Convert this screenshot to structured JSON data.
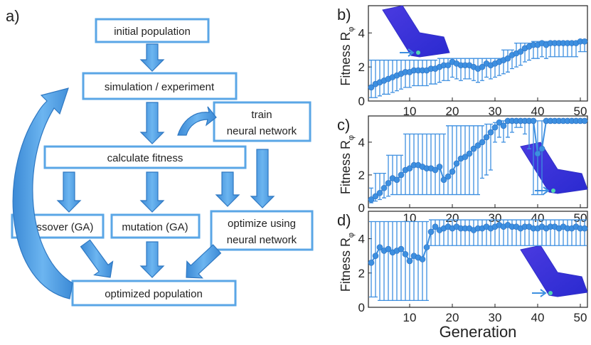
{
  "flowchart": {
    "panel_label": "a)",
    "boxes": {
      "initial_population": "initial population",
      "simulation": "simulation / experiment",
      "train_line1": "train",
      "train_line2": "neural network",
      "calculate_fitness": "calculate fitness",
      "crossover": "crossover (GA)",
      "mutation": "mutation (GA)",
      "optimize_line1": "optimize using",
      "optimize_line2": "neural network",
      "optimized_population": "optimized population"
    },
    "color": "#4a9fe0"
  },
  "plots": {
    "series_color": "#3d8fe0",
    "axis_xlabel": "Generation",
    "axis_ylabel": "Fitness R",
    "axis_ylabel_sub": "φ",
    "chart_data": [
      {
        "panel_label": "b)",
        "type": "line",
        "xlim": [
          1,
          51
        ],
        "ylim": [
          0,
          5.6
        ],
        "xticks": [
          10,
          20,
          30,
          40,
          50
        ],
        "yticks": [
          0,
          2,
          4
        ],
        "x": [
          1,
          2,
          3,
          4,
          5,
          6,
          7,
          8,
          9,
          10,
          11,
          12,
          13,
          14,
          15,
          16,
          17,
          18,
          19,
          20,
          21,
          22,
          23,
          24,
          25,
          26,
          27,
          28,
          29,
          30,
          31,
          32,
          33,
          34,
          35,
          36,
          37,
          38,
          39,
          40,
          41,
          42,
          43,
          44,
          45,
          46,
          47,
          48,
          49,
          50,
          51
        ],
        "y": [
          0.8,
          1.0,
          1.1,
          1.2,
          1.3,
          1.4,
          1.5,
          1.6,
          1.7,
          1.7,
          1.8,
          1.8,
          1.8,
          1.8,
          1.9,
          1.9,
          2.0,
          2.1,
          2.1,
          2.3,
          2.2,
          2.1,
          2.1,
          2.1,
          2.0,
          1.9,
          2.0,
          2.2,
          2.1,
          2.2,
          2.3,
          2.4,
          2.5,
          2.7,
          2.8,
          2.9,
          3.1,
          3.2,
          3.3,
          3.3,
          3.4,
          3.3,
          3.4,
          3.4,
          3.4,
          3.4,
          3.4,
          3.4,
          3.4,
          3.5,
          3.5
        ],
        "err_low": [
          0.2,
          0.2,
          0.3,
          0.4,
          0.4,
          0.5,
          0.6,
          0.7,
          0.8,
          0.8,
          0.9,
          0.9,
          0.9,
          0.9,
          1.0,
          1.0,
          1.1,
          1.2,
          1.2,
          1.4,
          1.3,
          1.2,
          1.3,
          1.3,
          1.2,
          1.1,
          1.2,
          1.4,
          1.3,
          1.4,
          1.5,
          1.6,
          1.7,
          1.9,
          2.0,
          2.1,
          2.3,
          2.4,
          2.5,
          2.5,
          2.6,
          2.5,
          2.6,
          2.6,
          2.6,
          2.6,
          2.6,
          2.6,
          2.6,
          2.9,
          2.9
        ],
        "err_high": [
          2.4,
          2.4,
          2.4,
          2.4,
          2.4,
          2.4,
          2.4,
          2.4,
          2.4,
          2.4,
          2.4,
          2.4,
          2.4,
          2.4,
          2.4,
          2.4,
          2.5,
          2.5,
          2.5,
          2.5,
          2.5,
          2.5,
          2.5,
          2.5,
          2.5,
          2.5,
          2.5,
          2.5,
          2.5,
          2.5,
          2.5,
          3.0,
          3.0,
          3.0,
          3.4,
          3.4,
          3.4,
          3.4,
          3.5,
          3.5,
          3.5,
          3.5,
          3.5,
          3.5,
          3.5,
          3.5,
          3.5,
          3.5,
          3.5,
          3.5,
          3.5
        ]
      },
      {
        "panel_label": "c)",
        "type": "line",
        "xlim": [
          1,
          51
        ],
        "ylim": [
          0,
          5.6
        ],
        "xticks": [
          10,
          20,
          30,
          40,
          50
        ],
        "yticks": [
          0,
          2,
          4
        ],
        "x": [
          1,
          2,
          3,
          4,
          5,
          6,
          7,
          8,
          9,
          10,
          11,
          12,
          13,
          14,
          15,
          16,
          17,
          18,
          19,
          20,
          21,
          22,
          23,
          24,
          25,
          26,
          27,
          28,
          29,
          30,
          31,
          32,
          33,
          34,
          35,
          36,
          37,
          38,
          39,
          40,
          41,
          42,
          43,
          44,
          45,
          46,
          47,
          48,
          49,
          50,
          51
        ],
        "y": [
          0.5,
          0.7,
          0.9,
          1.2,
          1.5,
          1.8,
          1.7,
          2.0,
          2.3,
          2.4,
          2.6,
          2.6,
          2.5,
          2.4,
          2.4,
          2.3,
          2.5,
          1.7,
          1.9,
          2.2,
          2.7,
          3.0,
          3.1,
          3.3,
          3.6,
          3.8,
          4.0,
          4.3,
          4.6,
          4.9,
          5.2,
          5.0,
          5.3,
          5.3,
          5.3,
          5.3,
          5.3,
          5.3,
          5.3,
          3.3,
          3.6,
          5.3,
          5.3,
          5.3,
          5.3,
          5.3,
          5.3,
          5.3,
          5.3,
          5.3,
          5.3
        ],
        "err_low": [
          0.3,
          0.4,
          0.5,
          0.6,
          0.7,
          0.8,
          0.8,
          0.8,
          0.8,
          0.8,
          0.8,
          0.8,
          0.8,
          0.8,
          0.8,
          0.8,
          0.8,
          0.8,
          0.8,
          0.8,
          0.8,
          0.8,
          0.8,
          0.8,
          0.8,
          0.8,
          1.8,
          2.0,
          2.3,
          4.0,
          4.3,
          4.0,
          4.3,
          4.6,
          4.9,
          4.9,
          4.5,
          3.6,
          0.8,
          0.8,
          0.8,
          5.3,
          5.3,
          5.3,
          5.3,
          5.3,
          5.3,
          5.3,
          5.3,
          5.3,
          5.3
        ],
        "err_high": [
          1.2,
          2.1,
          2.1,
          2.1,
          3.2,
          3.2,
          3.2,
          3.2,
          4.5,
          4.5,
          4.5,
          4.5,
          4.5,
          4.5,
          4.5,
          4.5,
          4.5,
          4.5,
          5.0,
          5.0,
          5.0,
          5.0,
          5.0,
          5.0,
          5.0,
          5.0,
          5.0,
          5.1,
          5.1,
          5.2,
          5.2,
          5.3,
          5.3,
          5.3,
          5.3,
          5.3,
          5.3,
          5.3,
          5.3,
          5.3,
          5.3,
          5.3,
          5.3,
          5.3,
          5.3,
          5.3,
          5.3,
          5.3,
          5.3,
          5.3,
          5.3
        ]
      },
      {
        "panel_label": "d)",
        "type": "line",
        "xlim": [
          1,
          51
        ],
        "ylim": [
          0,
          5.6
        ],
        "xticks": [
          10,
          20,
          30,
          40,
          50
        ],
        "yticks": [
          0,
          2,
          4
        ],
        "x": [
          1,
          2,
          3,
          4,
          5,
          6,
          7,
          8,
          9,
          10,
          11,
          12,
          13,
          14,
          15,
          16,
          17,
          18,
          19,
          20,
          21,
          22,
          23,
          24,
          25,
          26,
          27,
          28,
          29,
          30,
          31,
          32,
          33,
          34,
          35,
          36,
          37,
          38,
          39,
          40,
          41,
          42,
          43,
          44,
          45,
          46,
          47,
          48,
          49,
          50,
          51
        ],
        "y": [
          2.6,
          3.0,
          3.5,
          3.3,
          3.4,
          3.2,
          3.3,
          3.4,
          3.1,
          2.7,
          3.0,
          2.9,
          2.8,
          3.5,
          4.4,
          4.7,
          4.5,
          4.6,
          4.7,
          4.6,
          4.7,
          4.6,
          4.6,
          4.6,
          4.5,
          4.6,
          4.6,
          4.7,
          4.6,
          4.7,
          4.8,
          4.7,
          4.8,
          4.7,
          4.7,
          4.6,
          4.7,
          4.7,
          4.6,
          4.6,
          4.7,
          4.6,
          4.7,
          4.7,
          4.6,
          4.7,
          4.6,
          4.6,
          4.7,
          4.6,
          4.6
        ],
        "err_low": [
          0.6,
          0.6,
          0.4,
          0.4,
          0.4,
          0.4,
          0.4,
          0.4,
          0.4,
          0.4,
          0.4,
          0.4,
          0.4,
          0.4,
          3.6,
          3.6,
          3.6,
          3.6,
          3.6,
          3.6,
          3.6,
          3.6,
          3.6,
          3.6,
          3.6,
          3.6,
          3.6,
          3.6,
          3.6,
          3.6,
          3.6,
          3.6,
          3.6,
          3.6,
          3.6,
          3.6,
          3.6,
          3.6,
          3.6,
          3.6,
          3.6,
          3.6,
          3.6,
          3.6,
          3.6,
          3.6,
          3.6,
          3.6,
          3.6,
          3.6,
          3.6
        ],
        "err_high": [
          5.0,
          5.0,
          5.0,
          5.0,
          5.0,
          5.0,
          5.0,
          5.0,
          5.0,
          5.0,
          5.0,
          5.0,
          5.0,
          5.0,
          5.1,
          5.1,
          5.1,
          5.1,
          5.1,
          5.1,
          5.1,
          5.1,
          5.1,
          5.1,
          5.1,
          5.1,
          5.1,
          5.1,
          5.1,
          5.1,
          5.1,
          5.1,
          5.1,
          5.1,
          5.1,
          5.1,
          5.1,
          5.1,
          5.1,
          5.1,
          5.1,
          5.1,
          5.1,
          5.1,
          5.1,
          5.1,
          5.1,
          5.1,
          5.1,
          5.1,
          5.1
        ]
      }
    ]
  }
}
